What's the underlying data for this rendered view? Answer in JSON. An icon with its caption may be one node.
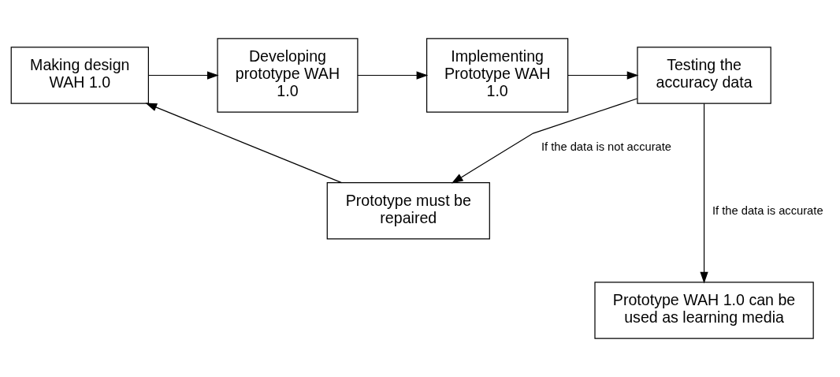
{
  "diagram": {
    "nodes": [
      {
        "text": [
          "Making design WAH 1.0"
        ]
      },
      {
        "text": [
          "Developing prototype WAH 1.0"
        ]
      },
      {
        "text": [
          "Implementing Prototype WAH 1.0"
        ]
      },
      {
        "text": [
          "Testing the accuracy data"
        ]
      },
      {
        "text": [
          "Prototype must be repaired"
        ]
      },
      {
        "text": [
          "Prototype WAH 1.0 can be used as learning media"
        ]
      }
    ],
    "edges": [
      {
        "from": 0,
        "to": 1,
        "arrow": "to"
      },
      {
        "from": 1,
        "to": 2,
        "arrow": "to"
      },
      {
        "from": 2,
        "to": 3,
        "arrow": "to"
      },
      {
        "from": 3,
        "to": 4,
        "arrow": "to",
        "label": "If the data is not accurate"
      },
      {
        "from": 3,
        "to": 5,
        "arrow": "to",
        "label": "If the data is accurate"
      },
      {
        "from": 4,
        "to": 0,
        "arrow": "to"
      }
    ]
  }
}
